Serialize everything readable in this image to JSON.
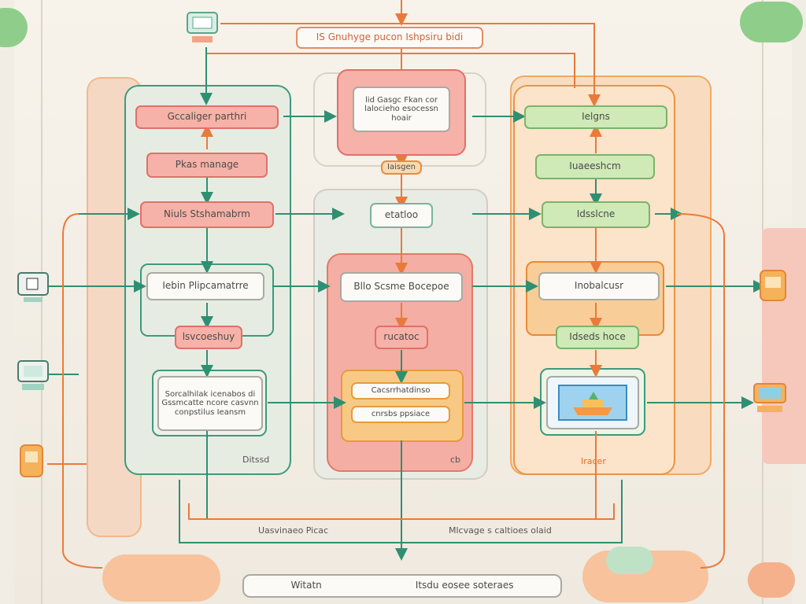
{
  "header": {
    "title": "IS Gnuhyge pucon Ishpsiru bidi"
  },
  "left_column": {
    "title_box": "Gccaliger parthri",
    "box2": "Pkas manage",
    "box3": "Niuls Stshamabrm",
    "box4": "Iebin Plipcamatrre",
    "box5": "lsvcoeshuy",
    "box6": "Sorcalhilak icenabos di Gssmcatte ncore casvnn conpstilus Ieansm",
    "footer": "Ditssd"
  },
  "center_column": {
    "title_box": "lid Gasgc Fkan cor lalocieho esocessn hoair",
    "box2": "Iaisgen",
    "box3": "etatloo",
    "box4": "Bllo Scsme Bocepoe",
    "box5": "rucatoc",
    "box6": "Cacsrrhatdinso",
    "box7": "cnrsbs ppsiace",
    "footer": "cb"
  },
  "right_column": {
    "title_box": "Ielgns",
    "box2": "Iuaeeshcm",
    "box3": "Idsslcne",
    "box4": "Inobalcusr",
    "box5": "Idseds hoce",
    "footer": "Iracer"
  },
  "bottom": {
    "left_label": "Uasvinaeo Picac",
    "right_label": "Mlcvage s caltioes olaid",
    "bar_left": "Witatn",
    "bar_right": "Itsdu eosee soteraes"
  },
  "icons": {
    "top": "computer-icon",
    "left1": "monitor-icon",
    "left2": "monitor-icon",
    "left3": "device-icon",
    "right1": "device-icon",
    "right2": "computer-icon",
    "center_screen": "ship-icon"
  },
  "colors": {
    "red": "#e0706a",
    "green": "#2f8f72",
    "orange": "#ea8b3c",
    "lime": "#7cb36a"
  }
}
